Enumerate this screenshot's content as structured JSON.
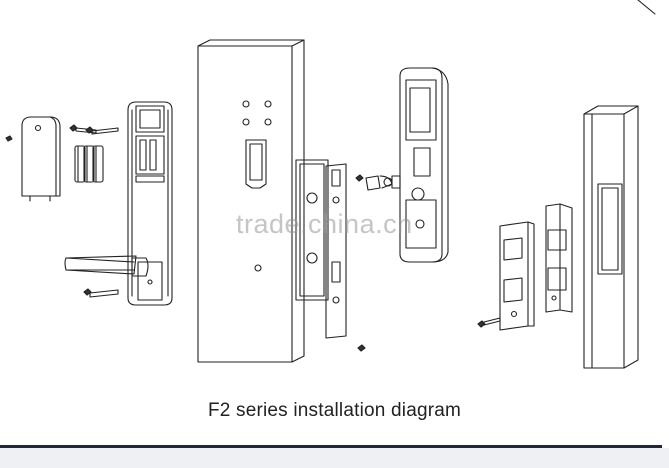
{
  "caption": "F2 series installation diagram",
  "watermark": "trade.china.cn",
  "colors": {
    "line": "#222222",
    "rule": "#1c2a3c",
    "band": "#eef0f3"
  },
  "components": [
    "battery-cover",
    "cover-screws",
    "batteries",
    "inner-panel",
    "handle",
    "panel-screw",
    "door-slab",
    "mortise-lock",
    "lock-cylinder",
    "outer-panel",
    "strike-plate",
    "strike-box",
    "door-frame"
  ]
}
